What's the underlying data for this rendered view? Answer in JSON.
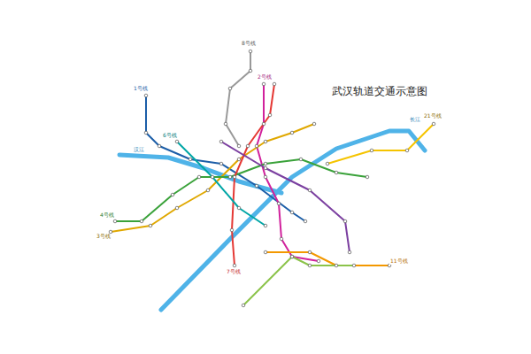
{
  "diagram": {
    "title": "武汉轨道交通示意图",
    "labels": [
      "1号线",
      "2号线",
      "3号线",
      "4号线",
      "6号线",
      "7号线",
      "8号线",
      "11号线",
      "21号线",
      "长江",
      "汉江"
    ]
  }
}
